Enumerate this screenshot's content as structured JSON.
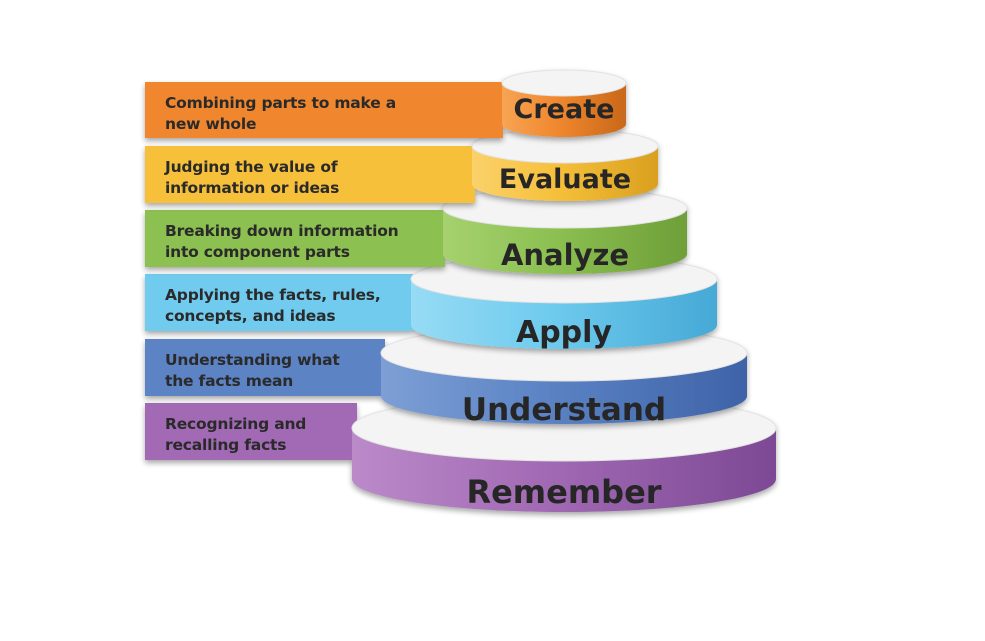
{
  "tiers": [
    {
      "name": "Create",
      "description": "Combining parts to make a\nnew whole",
      "color": "#f0872f",
      "dark": "#c9681a",
      "light": "#f7a453"
    },
    {
      "name": "Evaluate",
      "description": "Judging the value of\ninformation or ideas",
      "color": "#f6c03a",
      "dark": "#d9a01f",
      "light": "#fad16b"
    },
    {
      "name": "Analyze",
      "description": "Breaking down information\ninto component parts",
      "color": "#8cc051",
      "dark": "#6e9f39",
      "light": "#a6d16f"
    },
    {
      "name": "Apply",
      "description": "Applying the facts, rules,\nconcepts, and ideas",
      "color": "#6fcbee",
      "dark": "#46a9d6",
      "light": "#97dbf4"
    },
    {
      "name": "Understand",
      "description": "Understanding what\nthe facts mean",
      "color": "#5b83c4",
      "dark": "#3f63a8",
      "light": "#7d9fd5"
    },
    {
      "name": "Remember",
      "description": "Recognizing and\nrecalling facts",
      "color": "#a26ab4",
      "dark": "#7d4994",
      "light": "#bb8ac9"
    }
  ]
}
